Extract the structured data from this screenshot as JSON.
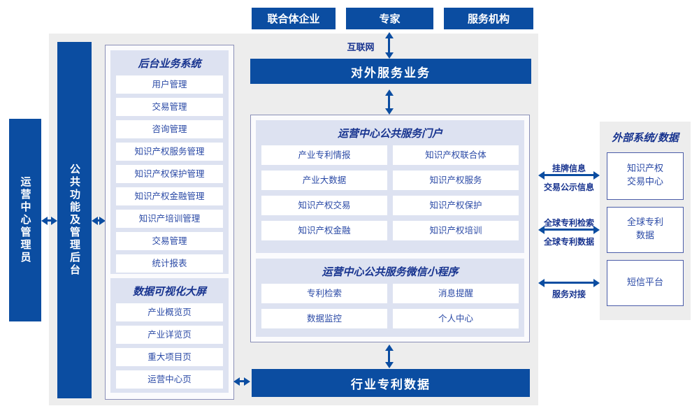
{
  "palette": {
    "primary_blue": "#0b4da1",
    "navy_text": "#17338f",
    "item_text": "#2b4aa6",
    "lavender_panel": "#dde2f1",
    "gray_background": "#ededed",
    "panel_border": "#8a8fb7"
  },
  "top_actors": {
    "items": [
      "联合体企业",
      "专家",
      "服务机构"
    ]
  },
  "network": {
    "internet_label": "互联网"
  },
  "bars": {
    "external_service": "对外服务业务",
    "industry_patent_data": "行业专利数据"
  },
  "left": {
    "admin": "运营中心管理员",
    "backend_bar": "公共功能及管理后台"
  },
  "backend_system": {
    "title": "后台业务系统",
    "items": [
      "用户管理",
      "交易管理",
      "咨询管理",
      "知识产权服务管理",
      "知识产权保护管理",
      "知识产权金融管理",
      "知识产培训管理",
      "交易管理",
      "统计报表"
    ]
  },
  "visualization": {
    "title": "数据可视化大屏",
    "items": [
      "产业概览页",
      "产业详览页",
      "重大项目页",
      "运营中心页"
    ]
  },
  "portal": {
    "title": "运营中心公共服务门户",
    "items": [
      "产业专利情报",
      "知识产权联合体",
      "产业大数据",
      "知识产权服务",
      "知识产权交易",
      "知识产权保护",
      "知识产权金融",
      "知识产权培训"
    ]
  },
  "miniprogram": {
    "title": "运营中心公共服务微信小程序",
    "items": [
      "专利检索",
      "消息提醒",
      "数据监控",
      "个人中心"
    ]
  },
  "external": {
    "title": "外部系统/数据",
    "boxes": [
      {
        "line1": "知识产权",
        "line2": "交易中心"
      },
      {
        "line1": "全球专利",
        "line2": "数据"
      },
      {
        "line1": "短信平台",
        "line2": ""
      }
    ]
  },
  "links": {
    "listing_info": "挂牌信息",
    "trade_publicity": "交易公示信息",
    "global_patent_search": "全球专利检索",
    "global_patent_data": "全球专利数据",
    "service_connect": "服务对接"
  }
}
